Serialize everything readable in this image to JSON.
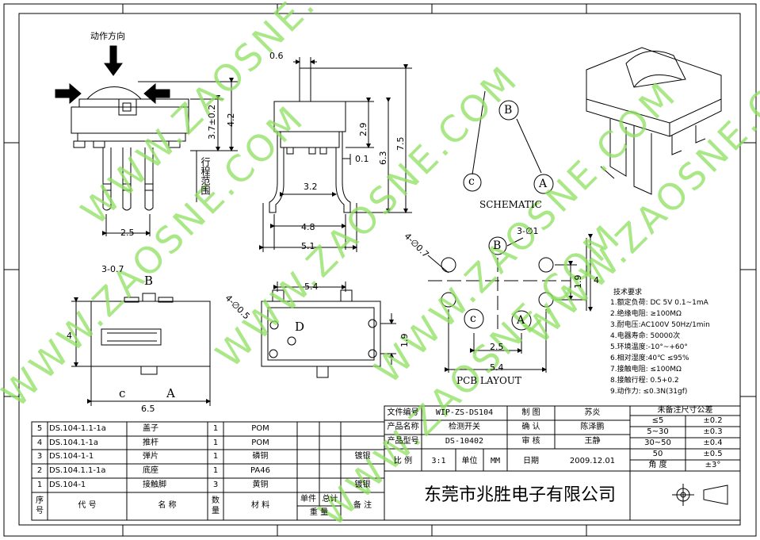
{
  "watermark": "WWW.ZAOSNE.COM",
  "colors": {
    "watermark": "#8ee060",
    "line": "#000000",
    "background": "#ffffff"
  },
  "side_view": {
    "action_direction": "动作方向",
    "dims": {
      "height_total": "4.2",
      "height_body": "3.7±0.2",
      "pitch": "2.5"
    },
    "travel_label": "行程范围"
  },
  "front_view": {
    "dims": {
      "top_width": "0.6",
      "h_2_9": "2.9",
      "h_6_3": "6.3",
      "h_7_5": "7.5",
      "lead": "0.1",
      "w_3_2": "3.2",
      "w_4_8": "4.8",
      "w_5_1": "5.1"
    }
  },
  "schematic": {
    "pin_b": "B",
    "pin_c": "c",
    "pin_a": "A",
    "label": "SCHEMATIC"
  },
  "top_view": {
    "hole": "3-0.7",
    "pin_b": "B",
    "pin_c": "c",
    "pin_a": "A",
    "dims": {
      "height": "4",
      "width": "6.5"
    }
  },
  "bottom_view": {
    "hole": "4-∅0.5",
    "dims": {
      "width": "5.4",
      "height": "1.9"
    },
    "mark": "D"
  },
  "pcb_layout": {
    "hole_big": "4-∅0.7",
    "hole_small": "3-∅1",
    "pin_b": "B",
    "pin_c": "c",
    "pin_a": "A",
    "dims": {
      "v_1_9": "1.9",
      "v_4": "4",
      "h_2_5": "2.5",
      "h_5_4": "5.4"
    },
    "label": "PCB   LAYOUT"
  },
  "tech_requirements": {
    "title": "技术要求",
    "items": [
      "1.额定负荷: DC 5V  0.1~1mA",
      "2.绝缘电阻: ≥100MΩ",
      "3.耐电压:AC100V 50Hz/1min",
      "4.电器寿命: 50000次",
      "5.环境温度:-10°~+60°",
      "6.相对湿度:40℃    ≤95%",
      "7.接触电阻: ≤100MΩ",
      "8.接触行程: 0.5+0.2",
      "9.动作力: ≤0.3N(31gf)"
    ]
  },
  "bom": {
    "rows": [
      {
        "no": "5",
        "code": "DS.104-1.1-1a",
        "name": "盖子",
        "qty": "1",
        "material": "POM",
        "remark": ""
      },
      {
        "no": "4",
        "code": "DS.104.1-1a",
        "name": "推杆",
        "qty": "1",
        "material": "POM",
        "remark": ""
      },
      {
        "no": "3",
        "code": "DS.104-1-1",
        "name": "弹片",
        "qty": "1",
        "material": "磷铜",
        "remark": "镀银"
      },
      {
        "no": "2",
        "code": "DS.104.1.1-1a",
        "name": "底座",
        "qty": "1",
        "material": "PA46",
        "remark": ""
      },
      {
        "no": "1",
        "code": "DS.104-1",
        "name": "接触脚",
        "qty": "3",
        "material": "黄铜",
        "remark": "镀银"
      }
    ],
    "header": {
      "no": "序号",
      "code": "代    号",
      "name": "名    称",
      "qty": "数量",
      "material": "材    料",
      "unit": "单件",
      "total": "总计",
      "weight": "重 量",
      "remark": "备  注"
    }
  },
  "title_block": {
    "file_no_label": "文件编号",
    "file_no": "WIP-ZS-DS104",
    "drawn_label": "制  图",
    "drawn": "苏炎",
    "product_name_label": "产品名称",
    "product_name": "检测开关",
    "confirm_label": "确  认",
    "confirm": "陈泽鹏",
    "model_label": "产品型号",
    "model": "DS-10402",
    "review_label": "审  核",
    "review": "王静",
    "scale_label": "比  例",
    "scale": "3:1",
    "unit_label": "单位",
    "unit": "MM",
    "date_label": "日期",
    "date": "2009.12.01",
    "company": "东莞市兆胜电子有限公司"
  },
  "tolerance": {
    "title": "未备注尺寸公差",
    "rows": [
      {
        "range": "≤5",
        "tol": "±0.2"
      },
      {
        "range": "5~30",
        "tol": "±0.3"
      },
      {
        "range": "30~50",
        "tol": "±0.4"
      },
      {
        "range": "50",
        "tol": "±0.5"
      },
      {
        "range": "角  度",
        "tol": "±3°"
      }
    ]
  }
}
